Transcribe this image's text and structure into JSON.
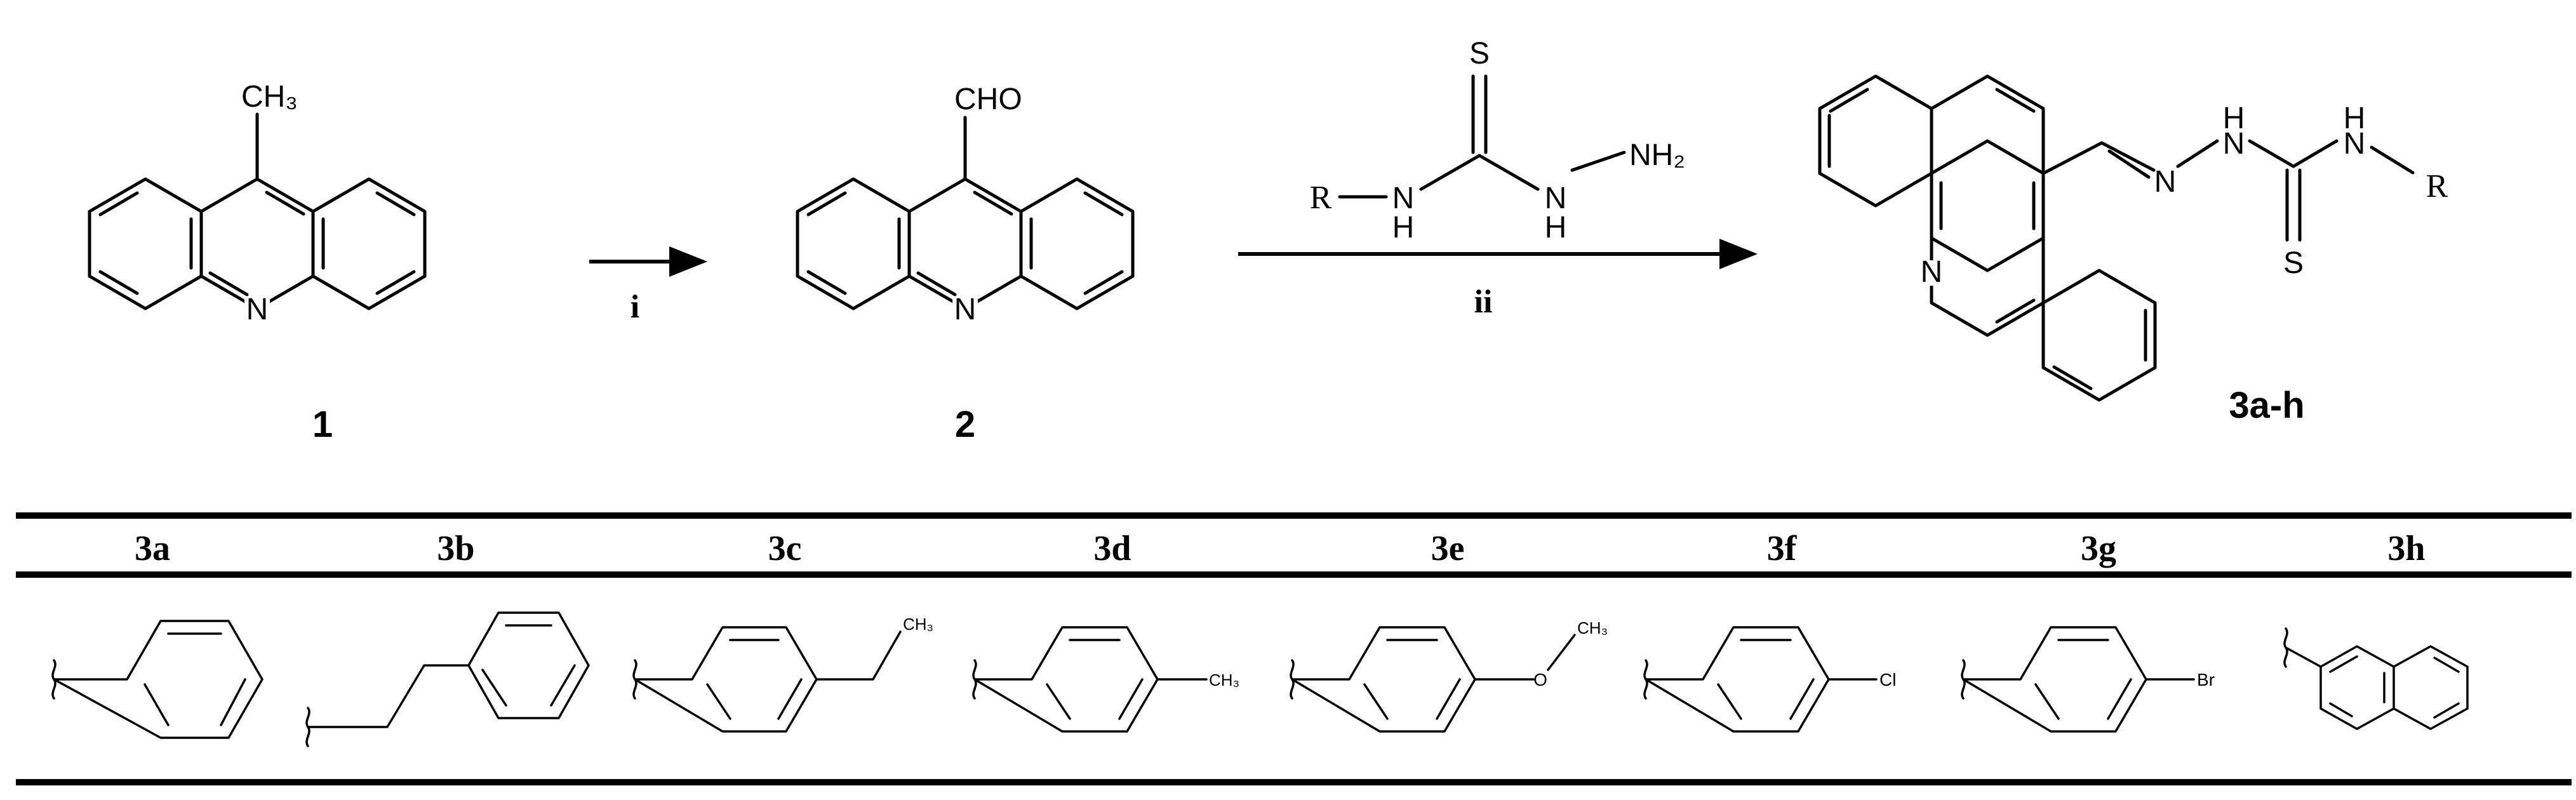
{
  "reaction": {
    "compound1": {
      "number": "1",
      "substituent": "CH₃",
      "ring_n": "N"
    },
    "compound2": {
      "number": "2",
      "substituent": "CHO",
      "ring_n": "N"
    },
    "step1": {
      "label": "i"
    },
    "step2": {
      "label": "ii",
      "reagent": {
        "r": "R",
        "nh_left": "N",
        "nh_left_h": "H",
        "s": "S",
        "nh_right": "N",
        "nh_right_h": "H",
        "nh2": "NH₂"
      }
    },
    "product": {
      "number": "3a-h",
      "ring_n": "N",
      "n_imine": "N",
      "nh_a": "N",
      "nh_a_h": "H",
      "thio_s": "S",
      "nh_b": "N",
      "nh_b_h": "H",
      "r": "R"
    }
  },
  "table": {
    "headers": [
      "3a",
      "3b",
      "3c",
      "3d",
      "3e",
      "3f",
      "3g",
      "3h"
    ],
    "substituent_labels": {
      "3c": "CH₃",
      "3d": "CH₃",
      "3e_o": "O",
      "3e_me": "CH₃",
      "3f": "Cl",
      "3g": "Br"
    },
    "substituents": [
      {
        "id": "3a",
        "structure": "phenyl"
      },
      {
        "id": "3b",
        "structure": "2-phenylethyl"
      },
      {
        "id": "3c",
        "structure": "4-ethylphenyl"
      },
      {
        "id": "3d",
        "structure": "4-methylphenyl"
      },
      {
        "id": "3e",
        "structure": "4-methoxyphenyl"
      },
      {
        "id": "3f",
        "structure": "4-chlorophenyl"
      },
      {
        "id": "3g",
        "structure": "4-bromophenyl"
      },
      {
        "id": "3h",
        "structure": "2-naphthyl"
      }
    ]
  }
}
